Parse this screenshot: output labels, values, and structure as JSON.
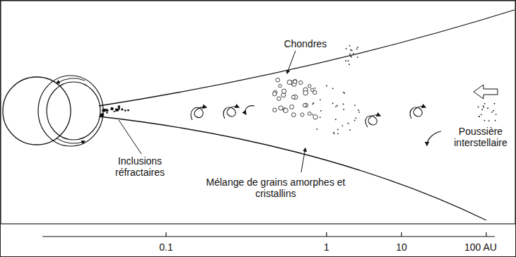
{
  "diagram": {
    "labels": [
      "Chondres",
      "Inclusions réfractaires",
      "Mélange de grains amorphes et cristallins",
      "Poussière interstellaire",
      "0.1",
      "1",
      "10",
      "100 AU"
    ]
  }
}
